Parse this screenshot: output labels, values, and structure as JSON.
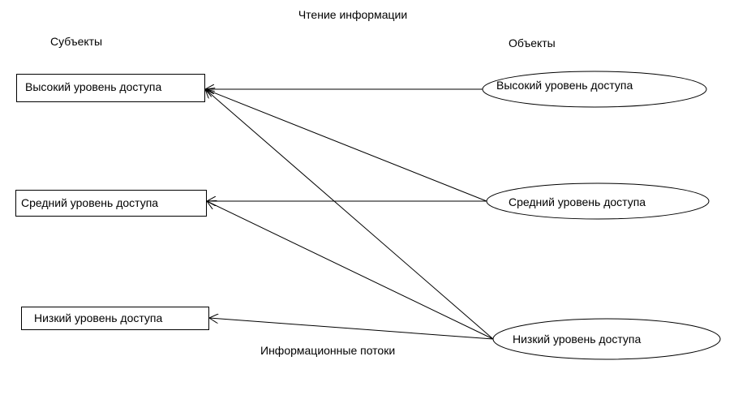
{
  "title": "Чтение информации",
  "subjects_header": "Субъекты",
  "objects_header": "Объекты",
  "flows_label": "Информационные потоки",
  "subjects": [
    {
      "id": "s-high",
      "label": "Высокий уровень доступа"
    },
    {
      "id": "s-mid",
      "label": "Средний уровень доступа"
    },
    {
      "id": "s-low",
      "label": "Низкий уровень доступа"
    }
  ],
  "objects": [
    {
      "id": "o-high",
      "label": "Высокий уровень доступа"
    },
    {
      "id": "o-mid",
      "label": "Средний уровень доступа"
    },
    {
      "id": "o-low",
      "label": "Низкий уровень доступа"
    }
  ],
  "flows": [
    {
      "from": "o-high",
      "to": "s-high"
    },
    {
      "from": "o-mid",
      "to": "s-high"
    },
    {
      "from": "o-low",
      "to": "s-high"
    },
    {
      "from": "o-mid",
      "to": "s-mid"
    },
    {
      "from": "o-low",
      "to": "s-mid"
    },
    {
      "from": "o-low",
      "to": "s-low"
    }
  ],
  "colors": {
    "stroke": "#000000",
    "background": "#ffffff"
  }
}
